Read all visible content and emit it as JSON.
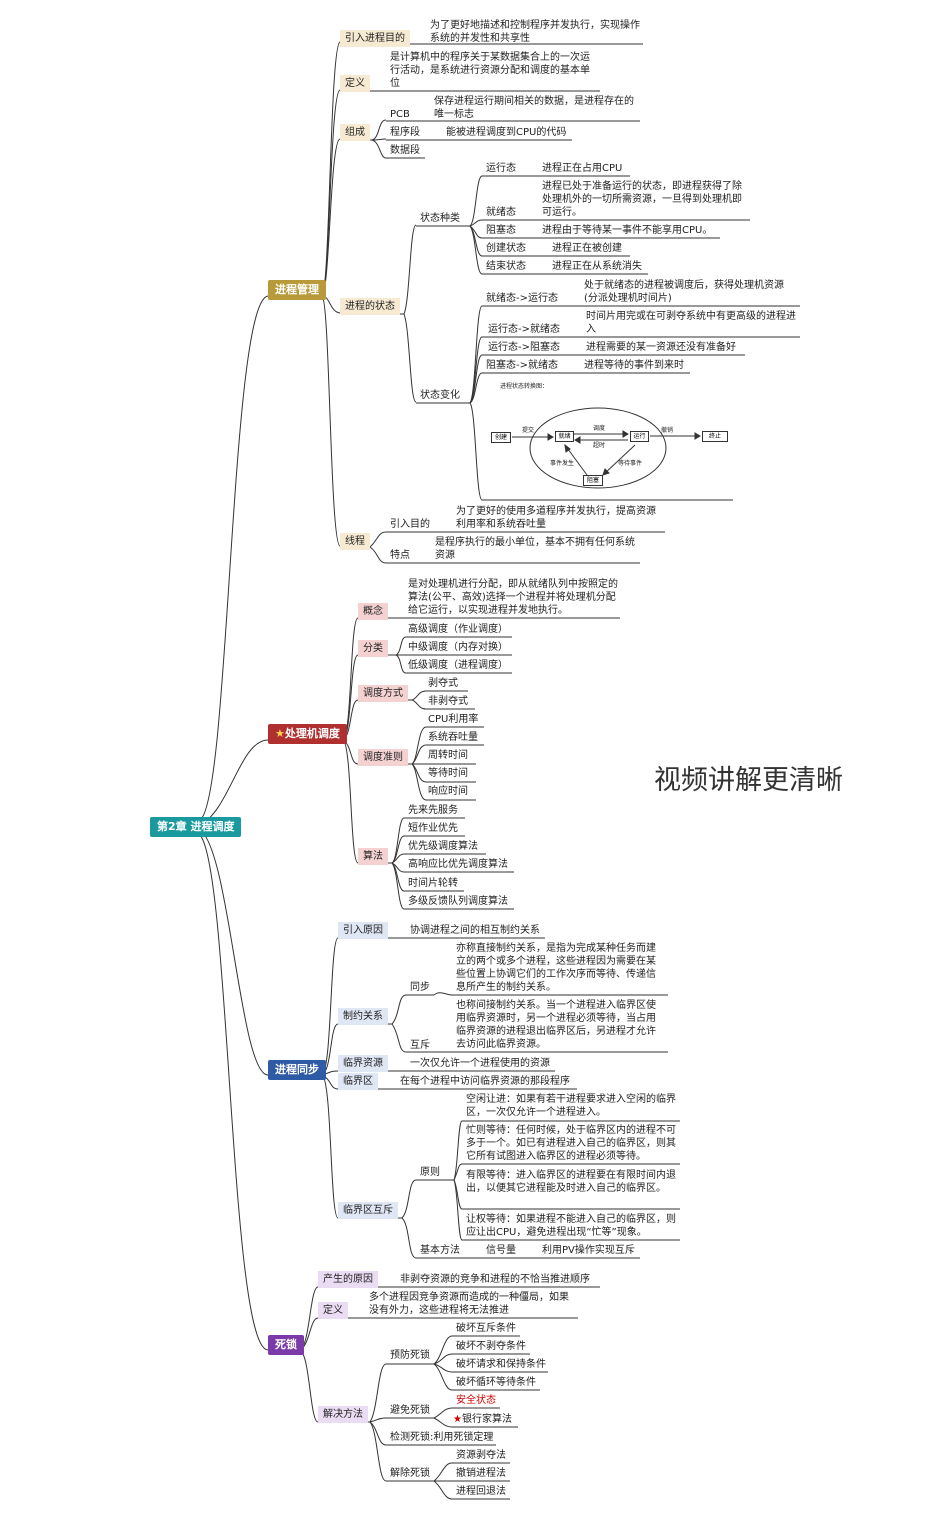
{
  "root": {
    "title": "第2章 进程调度",
    "color": "#1a9a9f"
  },
  "watermark": "视频讲解更清晰",
  "branches": {
    "pm": {
      "label": "进程管理",
      "color": "#b89a3a",
      "purpose": {
        "label": "引入进程目的",
        "text": "为了更好地描述和控制程序并发执行，实现操作系统的并发性和共享性"
      },
      "definition": {
        "label": "定义",
        "text": "是计算机中的程序关于某数据集合上的一次运行活动，是系统进行资源分配和调度的基本单位"
      },
      "composition": {
        "label": "组成",
        "pcb": {
          "label": "PCB",
          "text": "保存进程运行期间相关的数据，是进程存在的唯一标志"
        },
        "program": {
          "label": "程序段",
          "text": "能被进程调度到CPU的代码"
        },
        "data": {
          "label": "数据段"
        }
      },
      "states": {
        "label": "进程的状态",
        "kinds": {
          "label": "状态种类",
          "items": [
            {
              "name": "运行态",
              "desc": "进程正在占用CPU"
            },
            {
              "name": "就绪态",
              "desc": "进程已处于准备运行的状态，即进程获得了除处理机外的一切所需资源，一旦得到处理机即可运行。"
            },
            {
              "name": "阻塞态",
              "desc": "进程由于等待某一事件不能享用CPU。"
            },
            {
              "name": "创建状态",
              "desc": "进程正在被创建"
            },
            {
              "name": "结束状态",
              "desc": "进程正在从系统消失"
            }
          ]
        },
        "changes": {
          "label": "状态变化",
          "items": [
            {
              "name": "就绪态->运行态",
              "desc": "处于就绪态的进程被调度后，获得处理机资源(分派处理机时间片)"
            },
            {
              "name": "运行态->就绪态",
              "desc": "时间片用完或在可剥夺系统中有更高级的进程进入"
            },
            {
              "name": "运行态->阻塞态",
              "desc": "进程需要的某一资源还没有准备好"
            },
            {
              "name": "阻塞态->就绪态",
              "desc": "进程等待的事件到来时"
            }
          ],
          "diagram": {
            "title": "进程状态转换图：",
            "create": "创建",
            "ready": "就绪",
            "running": "运行",
            "terminate": "终止",
            "blocked": "阻塞",
            "submit": "提交",
            "dispatch": "调度",
            "timeout": "超时",
            "exit": "撤销",
            "event_occur": "事件发生",
            "event_wait": "等待事件"
          }
        }
      },
      "thread": {
        "label": "线程",
        "purpose": {
          "label": "引入目的",
          "text": "为了更好的使用多道程序并发执行，提高资源利用率和系统吞吐量"
        },
        "feature": {
          "label": "特点",
          "text": "是程序执行的最小单位，基本不拥有任何系统资源"
        }
      }
    },
    "sched": {
      "label": "处理机调度",
      "color": "#b03030",
      "star": "★",
      "concept": {
        "label": "概念",
        "text": "是对处理机进行分配，即从就绪队列中按照定的算法(公平、高效)选择一个进程并将处理机分配给它运行，以实现进程并发地执行。"
      },
      "classes": {
        "label": "分类",
        "items": [
          "高级调度（作业调度）",
          "中级调度（内存对换）",
          "低级调度（进程调度）"
        ]
      },
      "modes": {
        "label": "调度方式",
        "items": [
          "剥夺式",
          "非剥夺式"
        ]
      },
      "criteria": {
        "label": "调度准则",
        "items": [
          "CPU利用率",
          "系统吞吐量",
          "周转时间",
          "等待时间",
          "响应时间"
        ]
      },
      "algorithms": {
        "label": "算法",
        "items": [
          "先来先服务",
          "短作业优先",
          "优先级调度算法",
          "高响应比优先调度算法",
          "时间片轮转",
          "多级反馈队列调度算法"
        ]
      }
    },
    "sync": {
      "label": "进程同步",
      "color": "#2f5aa6",
      "cause": {
        "label": "引入原因",
        "text": "协调进程之间的相互制约关系"
      },
      "constraint": {
        "label": "制约关系",
        "sync": {
          "label": "同步",
          "text": "亦称直接制约关系，是指为完成某种任务而建立的两个或多个进程，这些进程因为需要在某些位置上协调它们的工作次序而等待、传递信息所产生的制约关系。"
        },
        "mutex": {
          "label": "互斥",
          "text": "也称间接制约关系。当一个进程进入临界区使用临界资源时，另一个进程必须等待，当占用临界资源的进程退出临界区后，另进程才允许去访问此临界资源。"
        }
      },
      "critical_resource": {
        "label": "临界资源",
        "text": "一次仅允许一个进程使用的资源"
      },
      "critical_section": {
        "label": "临界区",
        "text": "在每个进程中访问临界资源的那段程序"
      },
      "cs_mutex": {
        "label": "临界区互斥",
        "principles": {
          "label": "原则",
          "items": [
            "空闲让进：如果有若干进程要求进入空闲的临界区，一次仅允许一个进程进入。",
            "忙则等待：任何时候，处于临界区内的进程不可多于一个。如已有进程进入自己的临界区，则其它所有试图进入临界区的进程必须等待。",
            "有限等待：进入临界区的进程要在有限时间内退出，以便其它进程能及时进入自己的临界区。",
            "让权等待：如果进程不能进入自己的临界区，则应让出CPU，避免进程出现“忙等”现象。"
          ]
        },
        "basic": {
          "label": "基本方法",
          "name": "信号量",
          "text": "利用PV操作实现互斥"
        }
      }
    },
    "dead": {
      "label": "死锁",
      "color": "#7a3aa8",
      "cause": {
        "label": "产生的原因",
        "text": "非剥夺资源的竞争和进程的不恰当推进顺序"
      },
      "definition": {
        "label": "定义",
        "text": "多个进程因竞争资源而造成的一种僵局，如果没有外力，这些进程将无法推进"
      },
      "solutions": {
        "label": "解决方法",
        "prevent": {
          "label": "预防死锁",
          "items": [
            "破坏互斥条件",
            "破坏不剥夺条件",
            "破坏请求和保持条件",
            "破坏循环等待条件"
          ]
        },
        "avoid": {
          "label": "避免死锁",
          "items": [
            "安全状态",
            "银行家算法"
          ],
          "star": "★"
        },
        "detect": {
          "label": "检测死锁:利用死锁定理"
        },
        "recover": {
          "label": "解除死锁",
          "items": [
            "资源剥夺法",
            "撤销进程法",
            "进程回退法"
          ]
        }
      }
    }
  }
}
